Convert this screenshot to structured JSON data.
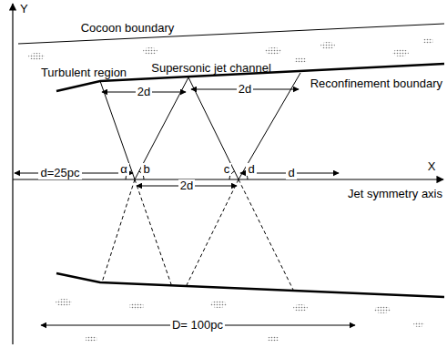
{
  "diagram": {
    "labels": [
      "Y",
      "Cocoon boundary",
      "Turbulent region",
      "Supersonic jet channel",
      "2d",
      "2d",
      "Reconfinement boundary",
      "d=25pc",
      "α",
      "b",
      "2d",
      "c",
      "d",
      "d",
      "X",
      "Jet symmetry axis",
      "D= 100pc"
    ]
  }
}
